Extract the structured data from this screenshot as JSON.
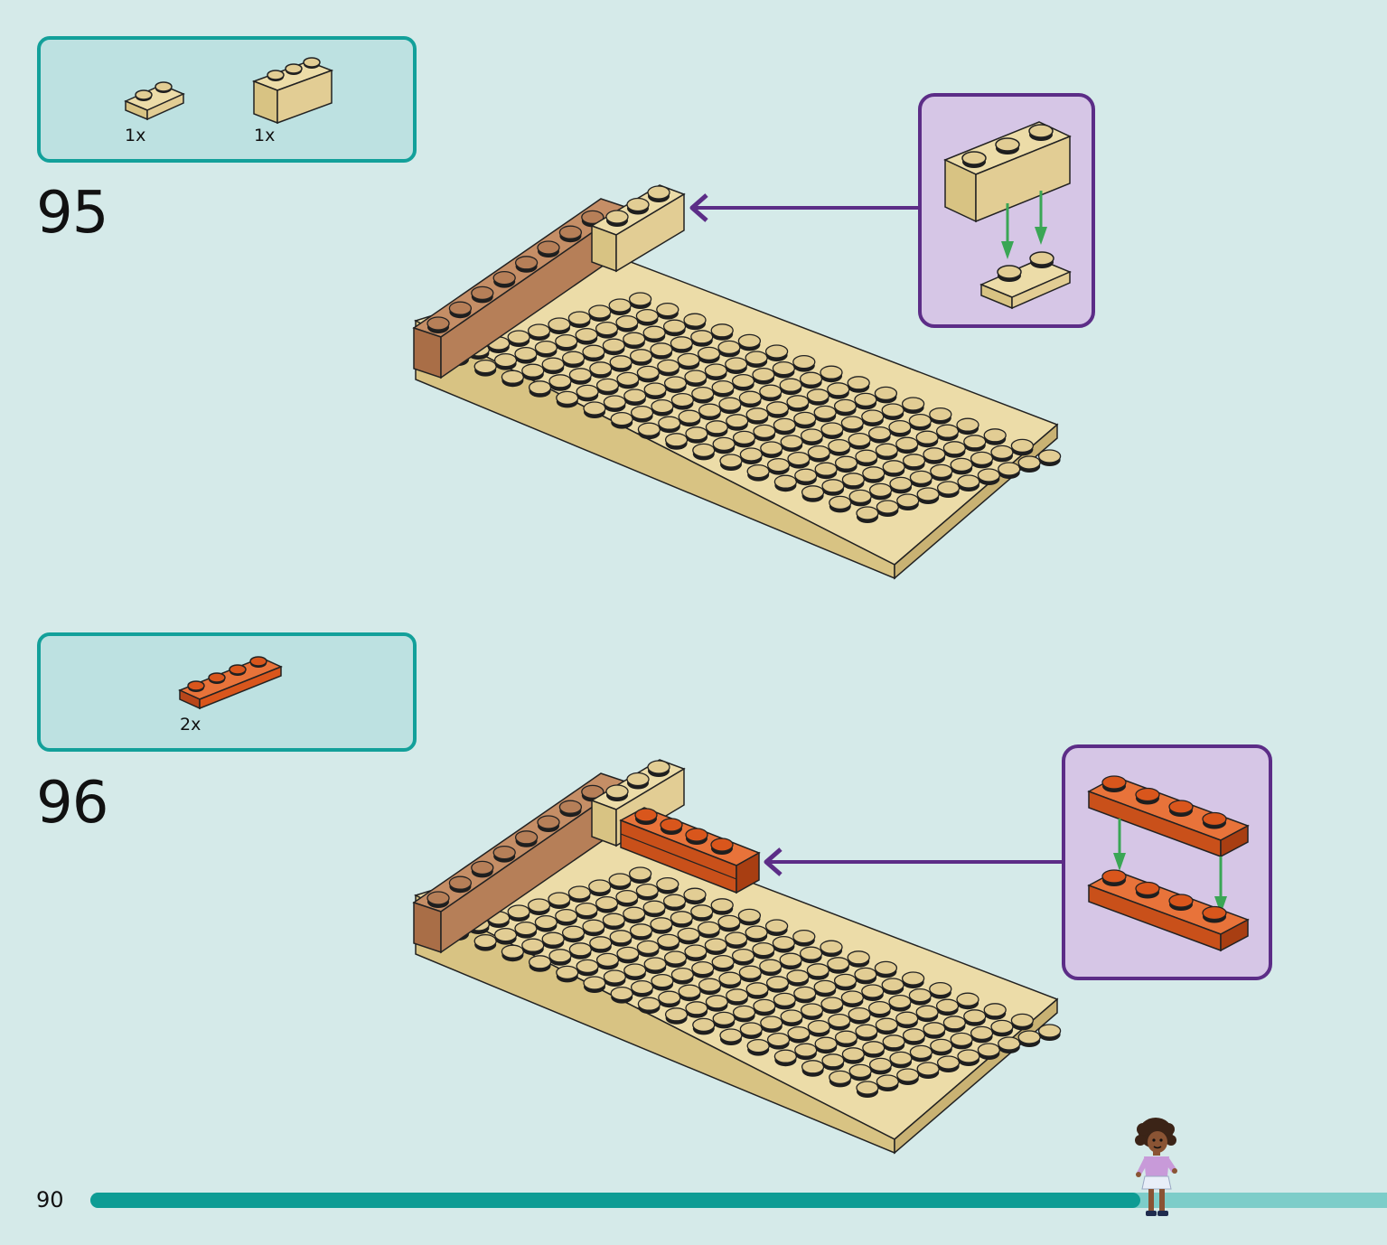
{
  "page_number": "90",
  "progress": {
    "fraction": 0.81
  },
  "steps": [
    {
      "number": "95",
      "parts": [
        {
          "quantity": "1x",
          "name": "tan 1x2 plate",
          "color": "#e2cd94"
        },
        {
          "quantity": "1x",
          "name": "tan 1x3 brick",
          "color": "#e2cd94"
        }
      ]
    },
    {
      "number": "96",
      "parts": [
        {
          "quantity": "2x",
          "name": "orange 1x4 plate",
          "color": "#d9561c"
        }
      ]
    }
  ],
  "colors": {
    "background": "#d5eae9",
    "parts_box_border": "#13a09a",
    "parts_box_fill": "#bde1e1",
    "callout_border": "#5c2d87",
    "callout_fill": "#d6c6e6",
    "arrow": "#5c2d87",
    "insert_arrow": "#3aa655",
    "tan": "#e2cd94",
    "dark_tan": "#b67f58",
    "orange": "#d9561c",
    "progress": "#0e9c94"
  },
  "icons": {
    "minifigure": "minifigure-icon",
    "callout_arrow": "arrow-left-icon",
    "insert_arrow": "arrow-down-icon"
  }
}
